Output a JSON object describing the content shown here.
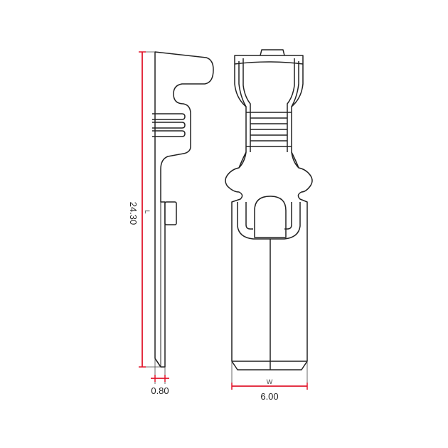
{
  "drawing": {
    "length_value": "24.30",
    "length_symbol": "L",
    "thickness_value": "0.80",
    "width_value": "6.00",
    "width_symbol": "W",
    "dimension_color": "#e0162b",
    "line_color": "#222222"
  }
}
